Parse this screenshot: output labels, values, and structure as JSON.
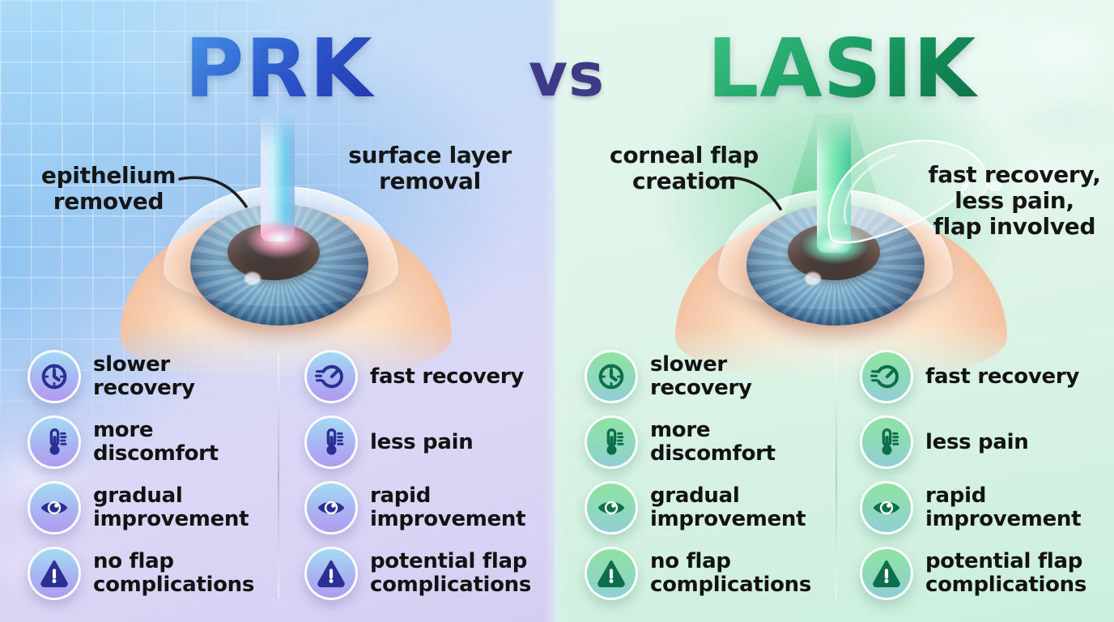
{
  "title": {
    "prk": "PRK",
    "vs": "vs",
    "lasik": "LASIK"
  },
  "colors": {
    "prk_title_gradient": [
      "#4da3ee",
      "#232c9e"
    ],
    "lasik_title_gradient": [
      "#41c786",
      "#0a6b42"
    ],
    "vs_text": "#3e3a87",
    "prk_icon_glyph": "#2b2f91",
    "lasik_icon_glyph": "#0d6e4b",
    "prk_badge_gradient": [
      "#a4dbf3",
      "#b29bf0"
    ],
    "lasik_badge_gradient": [
      "#8fe3a2",
      "#92ced6"
    ],
    "left_background": "#cfdcf6",
    "right_background": "#ddf4e8",
    "laser_left": "#6cceec",
    "laser_right": "#3ac69e"
  },
  "prk": {
    "callout_epithelium": {
      "text": "epithelium removed",
      "lines": [
        "epithelium",
        "removed"
      ]
    },
    "callout_surface": {
      "text": "surface layer removal",
      "lines": [
        "surface layer",
        "removal"
      ]
    },
    "features_left": [
      {
        "icon": "clock-icon",
        "label": "slower recovery"
      },
      {
        "icon": "thermometer-icon",
        "label": "more discomfort"
      },
      {
        "icon": "eye-icon",
        "label": "gradual improvement"
      },
      {
        "icon": "warning-icon",
        "label": "no flap complications"
      }
    ],
    "features_right": [
      {
        "icon": "speedometer-icon",
        "label": "fast recovery"
      },
      {
        "icon": "thermometer-icon",
        "label": "less pain"
      },
      {
        "icon": "eye-icon",
        "label": "rapid improvement"
      },
      {
        "icon": "warning-icon",
        "label": "potential flap complications"
      }
    ]
  },
  "lasik": {
    "callout_flap": {
      "text": "corneal flap creation",
      "lines": [
        "corneal flap",
        "creation"
      ]
    },
    "callout_benefits": {
      "text": "fast recovery, less pain, flap involved",
      "lines": [
        "fast recovery,",
        "less pain,",
        "flap involved"
      ]
    },
    "features_left": [
      {
        "icon": "clock-icon",
        "label": "slower recovery"
      },
      {
        "icon": "thermometer-icon",
        "label": "more discomfort"
      },
      {
        "icon": "eye-icon",
        "label": "gradual improvement"
      },
      {
        "icon": "warning-icon",
        "label": "no flap complications"
      }
    ],
    "features_right": [
      {
        "icon": "speedometer-icon",
        "label": "fast recovery"
      },
      {
        "icon": "thermometer-icon",
        "label": "less pain"
      },
      {
        "icon": "eye-icon",
        "label": "rapid improvement"
      },
      {
        "icon": "warning-icon",
        "label": "potential flap complications"
      }
    ]
  }
}
